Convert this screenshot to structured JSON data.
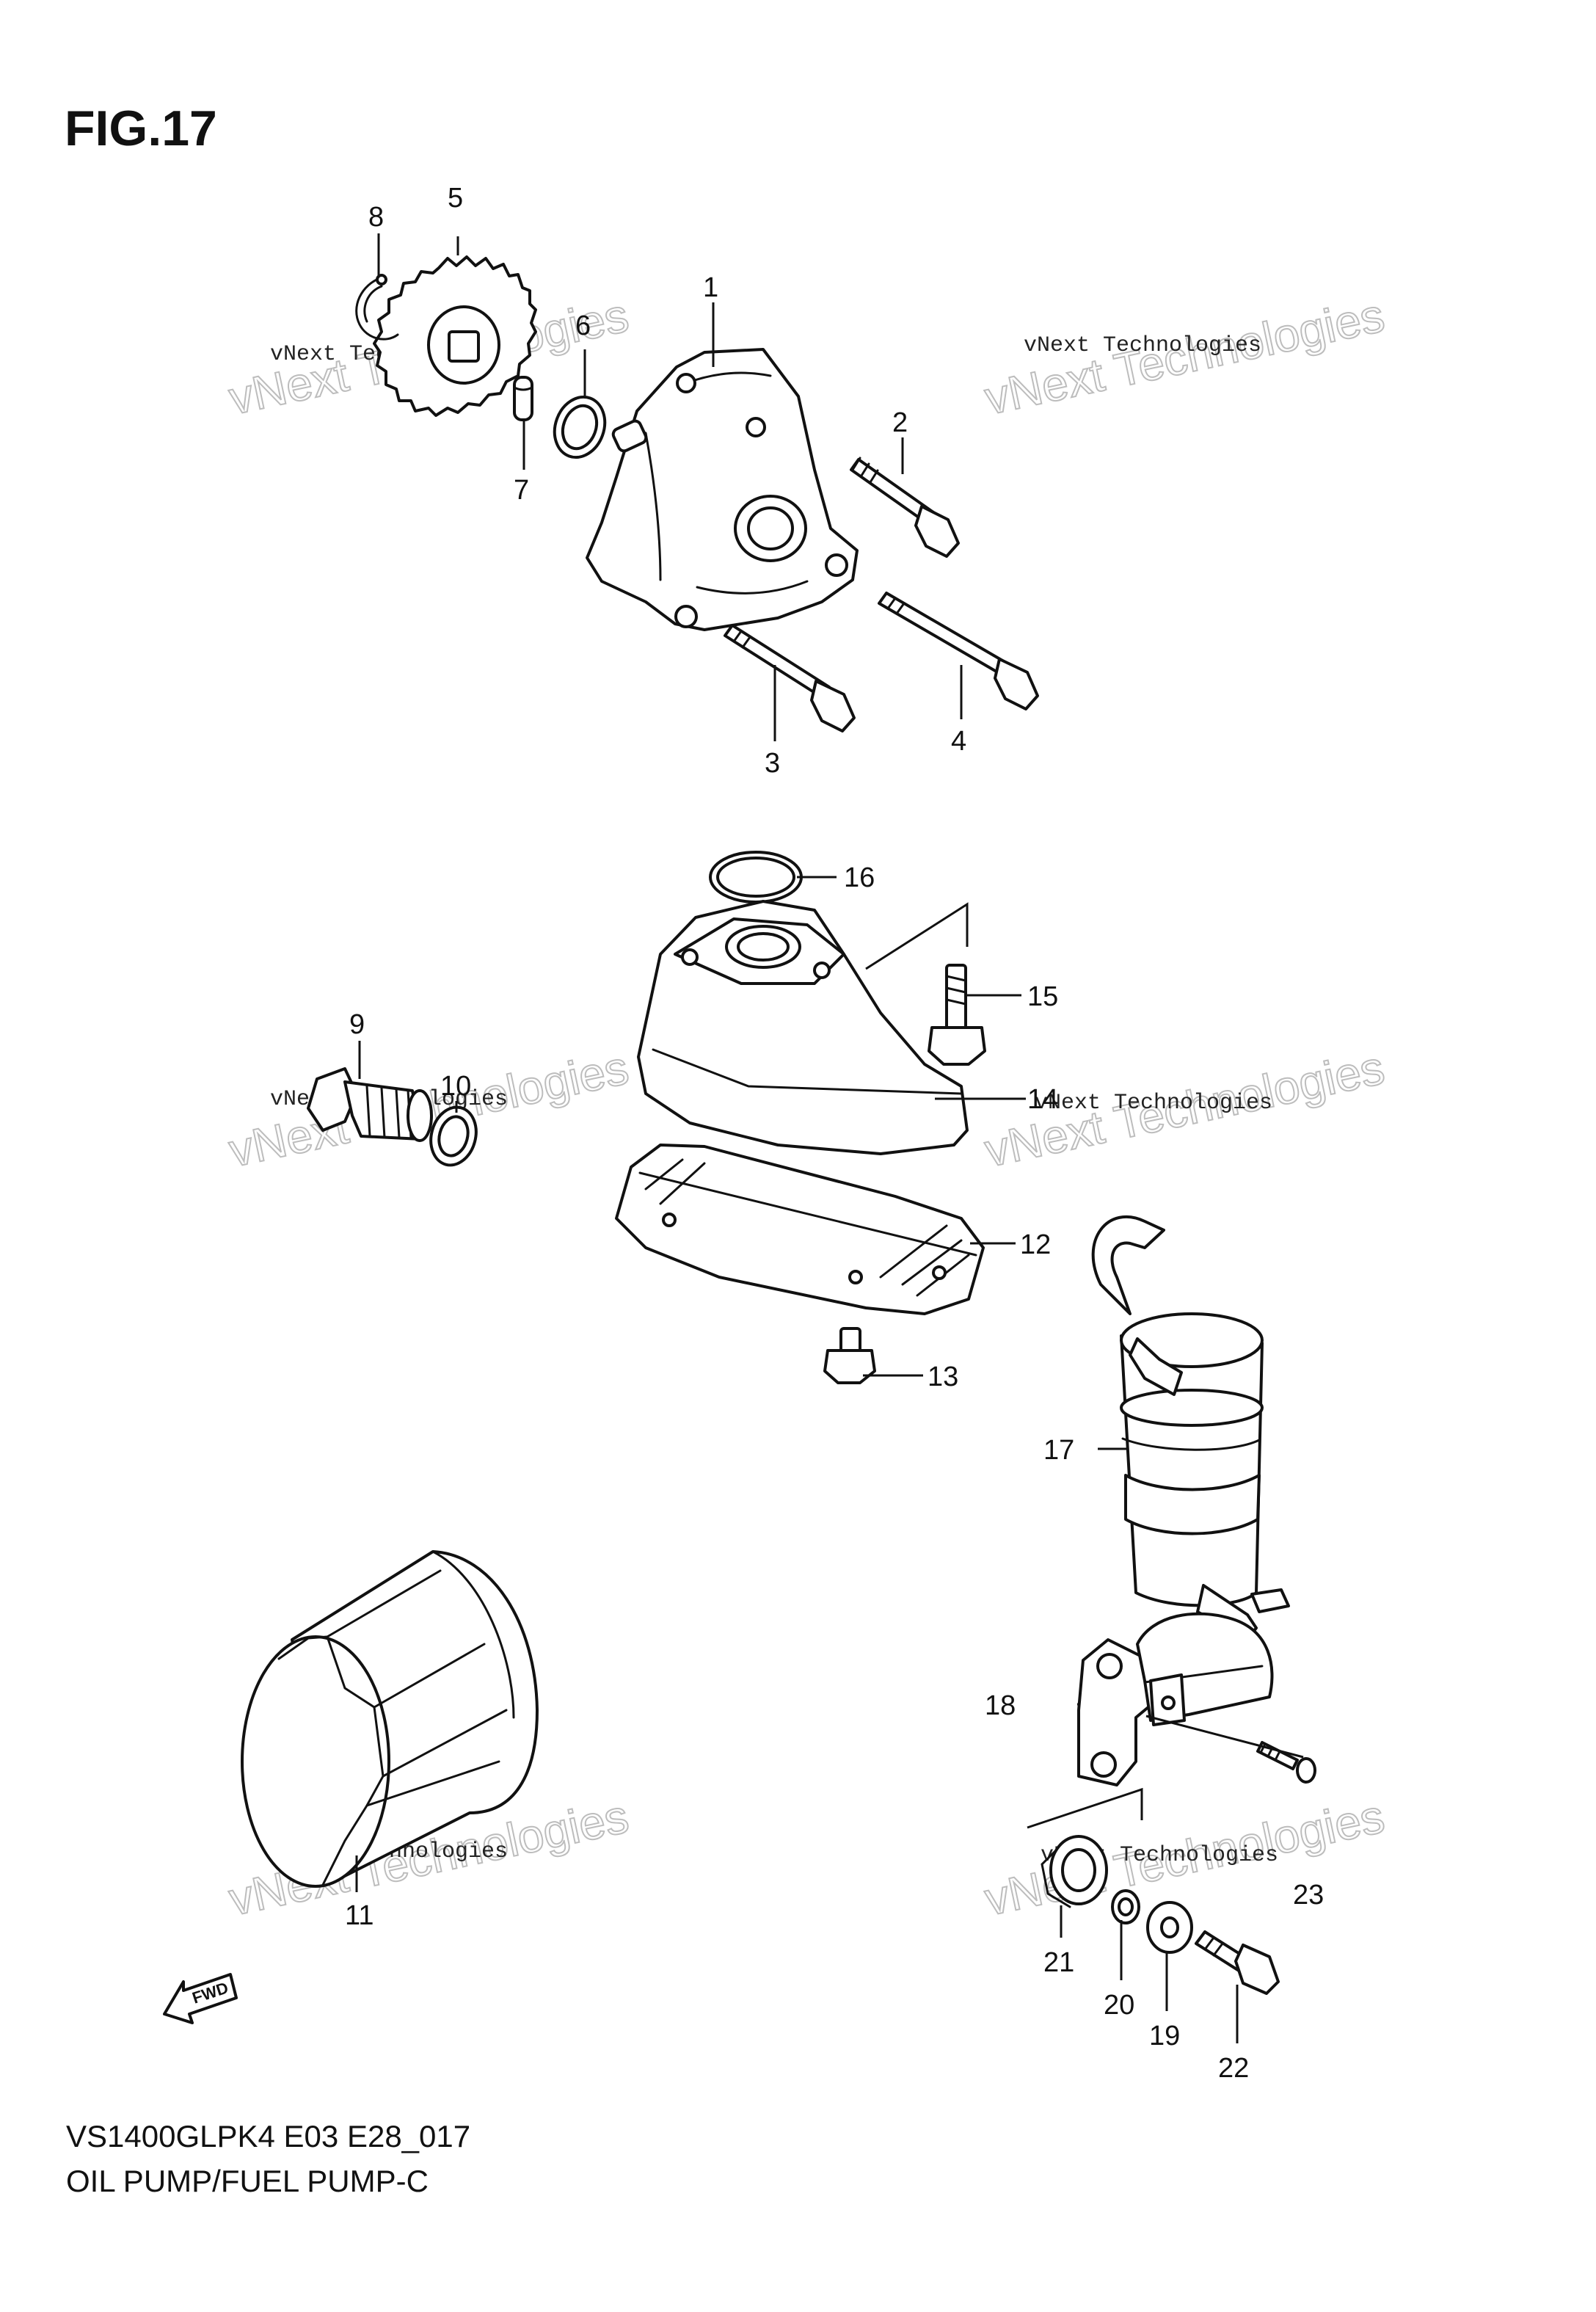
{
  "figure": {
    "title": "FIG.17",
    "model_code": "VS1400GLPK4 E03 E28_017",
    "caption": "OIL PUMP/FUEL PUMP-C"
  },
  "direction_arrow": {
    "label": "FWD"
  },
  "watermarks": [
    {
      "small": "vNext Technologies",
      "big": "vNext Technologies"
    },
    {
      "small": "vNext Technologies",
      "big": "vNext Technologies"
    },
    {
      "small": "vNext Technologies",
      "big": "vNext Technologies"
    },
    {
      "small": "vNext Technologies",
      "big": "vNext Technologies"
    },
    {
      "small": "vNext Technologies",
      "big": "vNext Technologies"
    },
    {
      "small": "vNext Technologies",
      "big": "vNext Technologies"
    }
  ],
  "callouts": [
    {
      "id": "1",
      "label": "1"
    },
    {
      "id": "2",
      "label": "2"
    },
    {
      "id": "3",
      "label": "3"
    },
    {
      "id": "4",
      "label": "4"
    },
    {
      "id": "5",
      "label": "5"
    },
    {
      "id": "6",
      "label": "6"
    },
    {
      "id": "7",
      "label": "7"
    },
    {
      "id": "8",
      "label": "8"
    },
    {
      "id": "9",
      "label": "9"
    },
    {
      "id": "10",
      "label": "10"
    },
    {
      "id": "11",
      "label": "11"
    },
    {
      "id": "12",
      "label": "12"
    },
    {
      "id": "13",
      "label": "13"
    },
    {
      "id": "14",
      "label": "14"
    },
    {
      "id": "15",
      "label": "15"
    },
    {
      "id": "16",
      "label": "16"
    },
    {
      "id": "17",
      "label": "17"
    },
    {
      "id": "18",
      "label": "18"
    },
    {
      "id": "19",
      "label": "19"
    },
    {
      "id": "20",
      "label": "20"
    },
    {
      "id": "21",
      "label": "21"
    },
    {
      "id": "22",
      "label": "22"
    },
    {
      "id": "23",
      "label": "23"
    }
  ]
}
